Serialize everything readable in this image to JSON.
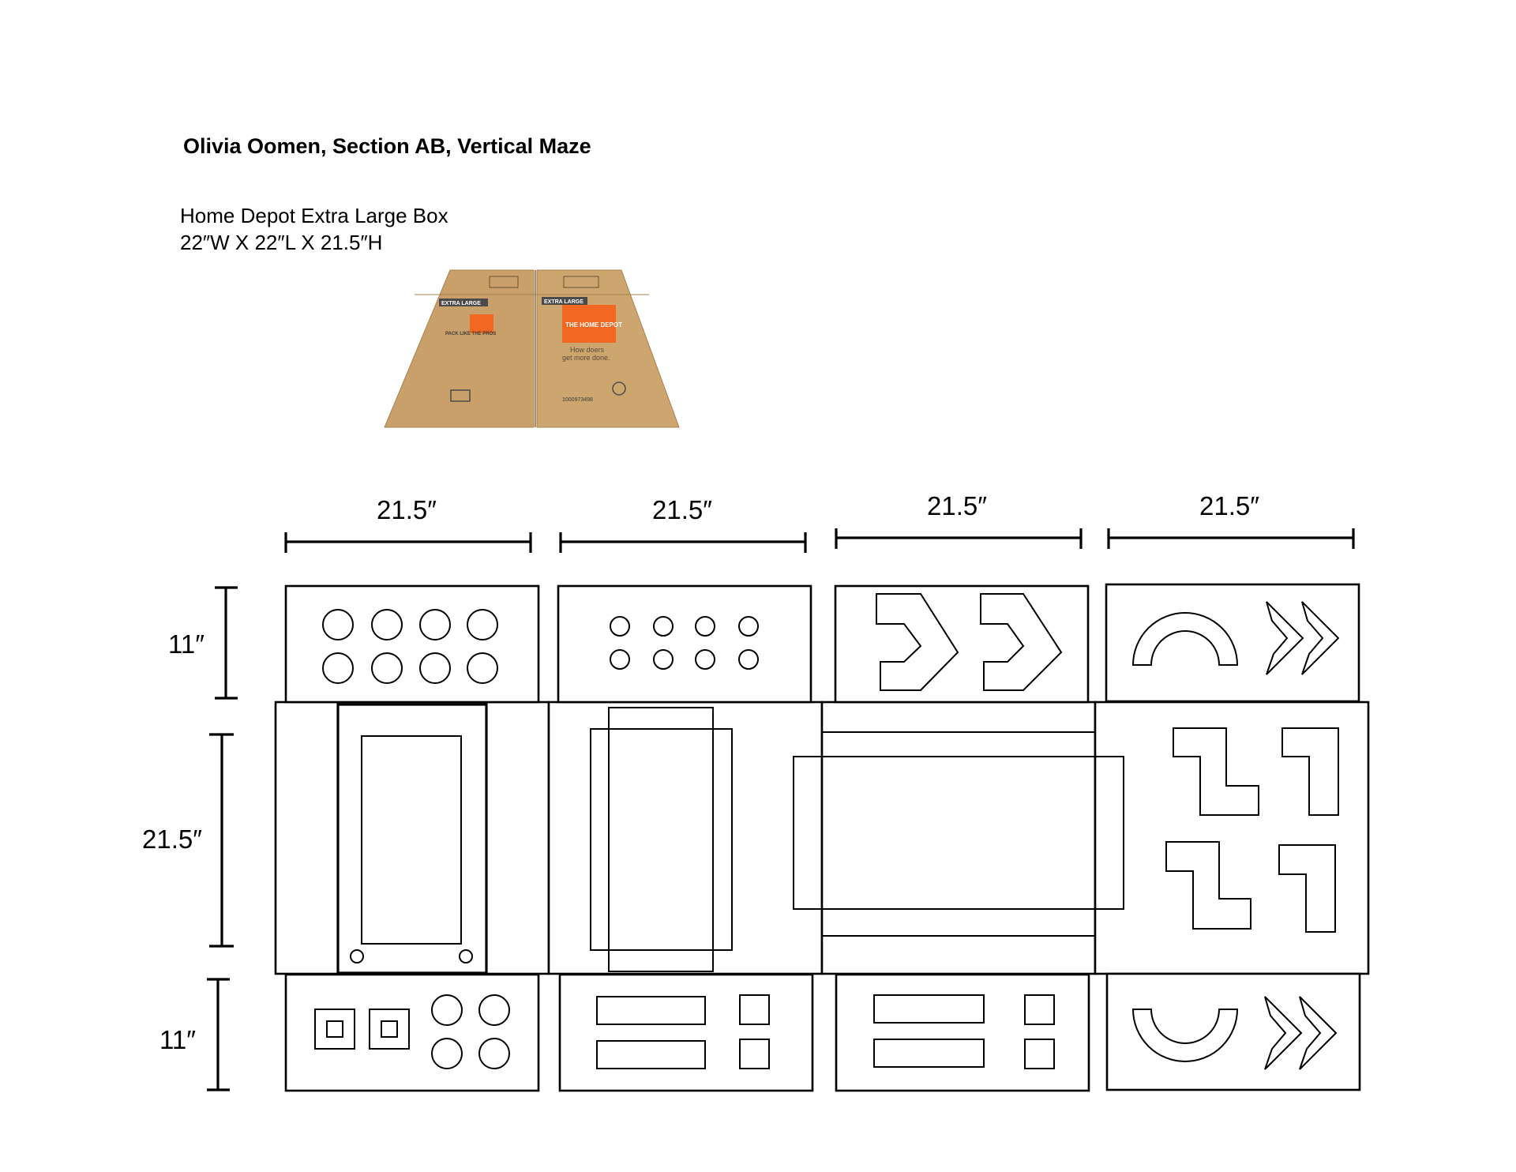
{
  "header": {
    "title": "Olivia Oomen, Section AB, Vertical Maze",
    "box_name": "Home Depot Extra Large Box",
    "box_dimensions": "22″W X 22″L X 21.5″H"
  },
  "photo": {
    "left_flap_label": "EXTRA LARGE",
    "right_flap_label": "EXTRA LARGE",
    "logo_text": "THE HOME DEPOT",
    "tagline_line1": "How doers",
    "tagline_line2": "get more done.",
    "pack_text": "PACK LIKE THE PROS",
    "barcode_number": "1000973498",
    "colors": {
      "cardboard": "#c9a06a",
      "cardboard_dark": "#a8824f",
      "logo_orange": "#f26722"
    }
  },
  "dimensions": {
    "column_widths": [
      "21.5″",
      "21.5″",
      "21.5″",
      "21.5″"
    ],
    "top_flap_height": "11″",
    "side_height": "21.5″",
    "bottom_flap_height": "11″"
  }
}
